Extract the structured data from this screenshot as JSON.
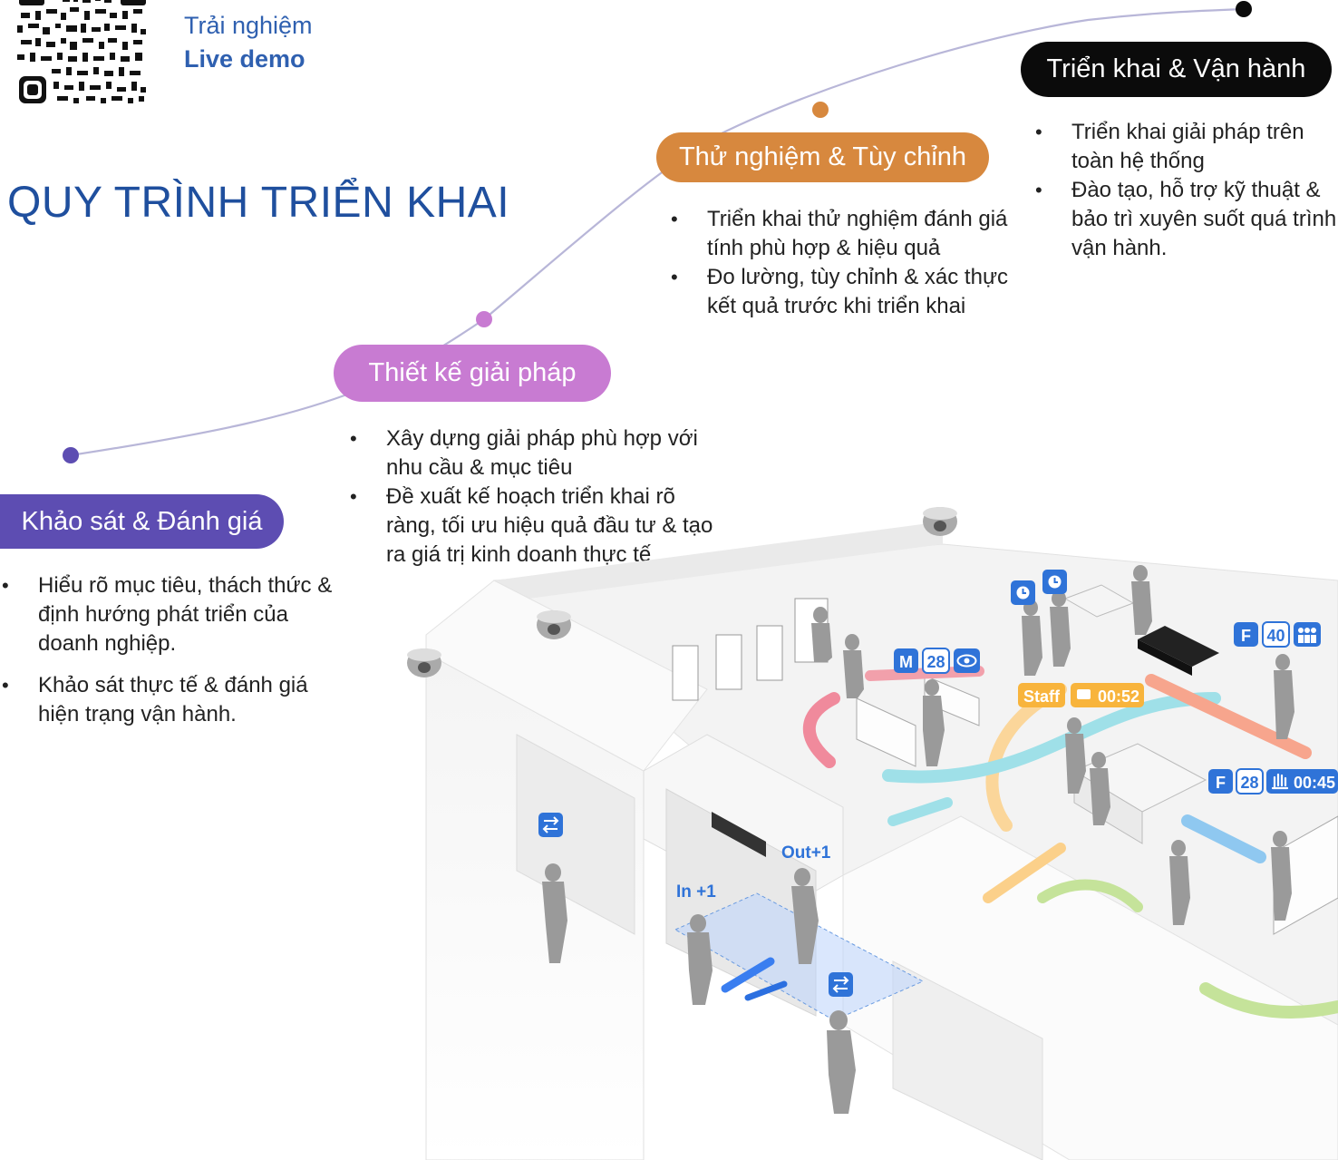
{
  "demo": {
    "line1": "Trải nghiệm",
    "line2": "Live demo"
  },
  "title": "QUY TRÌNH TRIỂN KHAI",
  "steps": [
    {
      "label": "Khảo sát & Đánh giá",
      "color": "#5d4db2",
      "bullets": [
        "Hiểu rõ mục tiêu, thách thức & định hướng phát triển của doanh nghiệp.",
        "Khảo sát thực tế & đánh giá hiện trạng vận hành."
      ]
    },
    {
      "label": "Thiết kế giải pháp",
      "color": "#c87bd2",
      "bullets": [
        "Xây dựng giải pháp phù hợp với nhu cầu & mục tiêu",
        "Đề xuất kế hoạch triển khai rõ ràng, tối ưu hiệu quả đầu tư & tạo ra giá trị kinh doanh thực tế"
      ]
    },
    {
      "label": "Thử nghiệm & Tùy chỉnh",
      "color": "#d7883e",
      "bullets": [
        "Triển khai thử nghiệm đánh giá tính phù hợp & hiệu quả",
        "Đo lường, tùy chỉnh & xác thực kết quả trước khi triển khai"
      ]
    },
    {
      "label": "Triển khai & Vận hành",
      "color": "#0b0b0b",
      "bullets": [
        "Triển khai giải pháp trên toàn hệ thống",
        "Đào tạo, hỗ trợ kỹ thuật & bảo trì xuyên suốt quá trình vận hành."
      ]
    }
  ],
  "scene": {
    "tag_m": "M",
    "tag_f1": "F",
    "tag_f2": "F",
    "age_28a": "28",
    "age_40": "40",
    "age_28b": "28",
    "staff": "Staff",
    "timer1": "00:52",
    "timer2": "00:45",
    "in_count": "In +1",
    "out_count": "Out+1"
  }
}
